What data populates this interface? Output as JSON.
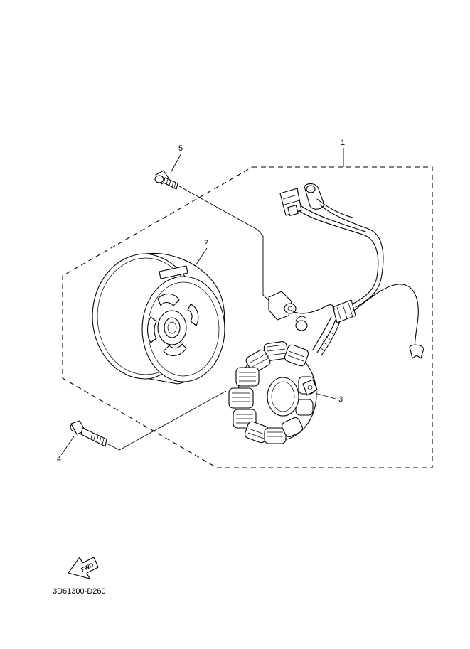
{
  "diagram": {
    "callouts": [
      {
        "number": "1",
        "part": "stator-assembly-with-harness"
      },
      {
        "number": "2",
        "part": "rotor-flywheel"
      },
      {
        "number": "3",
        "part": "stator-coil"
      },
      {
        "number": "4",
        "part": "bolt-long"
      },
      {
        "number": "5",
        "part": "bolt-short"
      }
    ],
    "fwd_label": "FWD",
    "drawing_code": "3D61300-D260"
  }
}
